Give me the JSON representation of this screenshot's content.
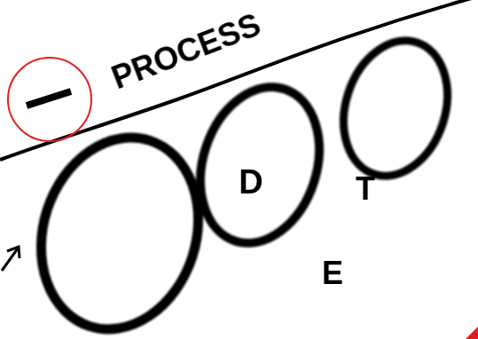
{
  "diagram": {
    "labels": [
      "PROCESS",
      "D",
      "T",
      "E"
    ]
  }
}
